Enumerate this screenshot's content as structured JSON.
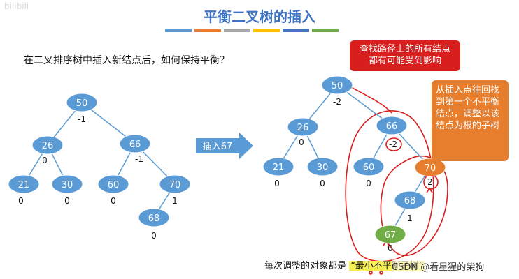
{
  "title": "平衡二叉树的插入",
  "title_bar_colors": [
    "#5b9bd5",
    "#ed7d31",
    "#a5a5a5",
    "#ffc000",
    "#4472c4",
    "#70ad47"
  ],
  "watermark_logo": "bilibili",
  "subtitle": "在二叉排序树中插入新结点后，如何保持平衡？",
  "arrow_label": "插入67",
  "callout_red": "查找路径上的所有结点\n都有可能受到影响",
  "callout_orange": "从插入点往回找到第一个不平衡结点，调整以该结点为根的子树",
  "bottom_note_prefix": "每次调整的对象都是",
  "bottom_note_highlight": "“最小不平衡子树”",
  "credit": "CSDN @看星猩的柴狗",
  "colors": {
    "node_blue": "#5b9bd5",
    "node_orange": "#e67e2e",
    "node_green": "#70ad47",
    "annotation_red": "#d91e1e",
    "arrow_blue": "#5b9bd5"
  },
  "left_tree": {
    "nodes": [
      {
        "id": "l50",
        "label": "50",
        "bf": "-1"
      },
      {
        "id": "l26",
        "label": "26",
        "bf": "0"
      },
      {
        "id": "l66",
        "label": "66",
        "bf": "-1"
      },
      {
        "id": "l21",
        "label": "21",
        "bf": "0"
      },
      {
        "id": "l30",
        "label": "30",
        "bf": "0"
      },
      {
        "id": "l60",
        "label": "60",
        "bf": "0"
      },
      {
        "id": "l70",
        "label": "70",
        "bf": "1"
      },
      {
        "id": "l68",
        "label": "68",
        "bf": "0"
      }
    ],
    "edges": [
      [
        "l50",
        "l26"
      ],
      [
        "l50",
        "l66"
      ],
      [
        "l26",
        "l21"
      ],
      [
        "l26",
        "l30"
      ],
      [
        "l66",
        "l60"
      ],
      [
        "l66",
        "l70"
      ],
      [
        "l70",
        "l68"
      ]
    ]
  },
  "right_tree": {
    "nodes": [
      {
        "id": "r50",
        "label": "50",
        "bf": "-2"
      },
      {
        "id": "r26",
        "label": "26",
        "bf": "0"
      },
      {
        "id": "r66",
        "label": "66",
        "bf": "-2"
      },
      {
        "id": "r21",
        "label": "21",
        "bf": "0"
      },
      {
        "id": "r30",
        "label": "30",
        "bf": "0"
      },
      {
        "id": "r60",
        "label": "60",
        "bf": "0"
      },
      {
        "id": "r70",
        "label": "70",
        "bf": "2"
      },
      {
        "id": "r68",
        "label": "68",
        "bf": "1"
      },
      {
        "id": "r67",
        "label": "67",
        "bf": "0"
      }
    ],
    "edges": [
      [
        "r50",
        "r26"
      ],
      [
        "r50",
        "r66"
      ],
      [
        "r26",
        "r21"
      ],
      [
        "r26",
        "r30"
      ],
      [
        "r66",
        "r60"
      ],
      [
        "r66",
        "r70"
      ],
      [
        "r70",
        "r68"
      ],
      [
        "r68",
        "r67"
      ]
    ]
  }
}
